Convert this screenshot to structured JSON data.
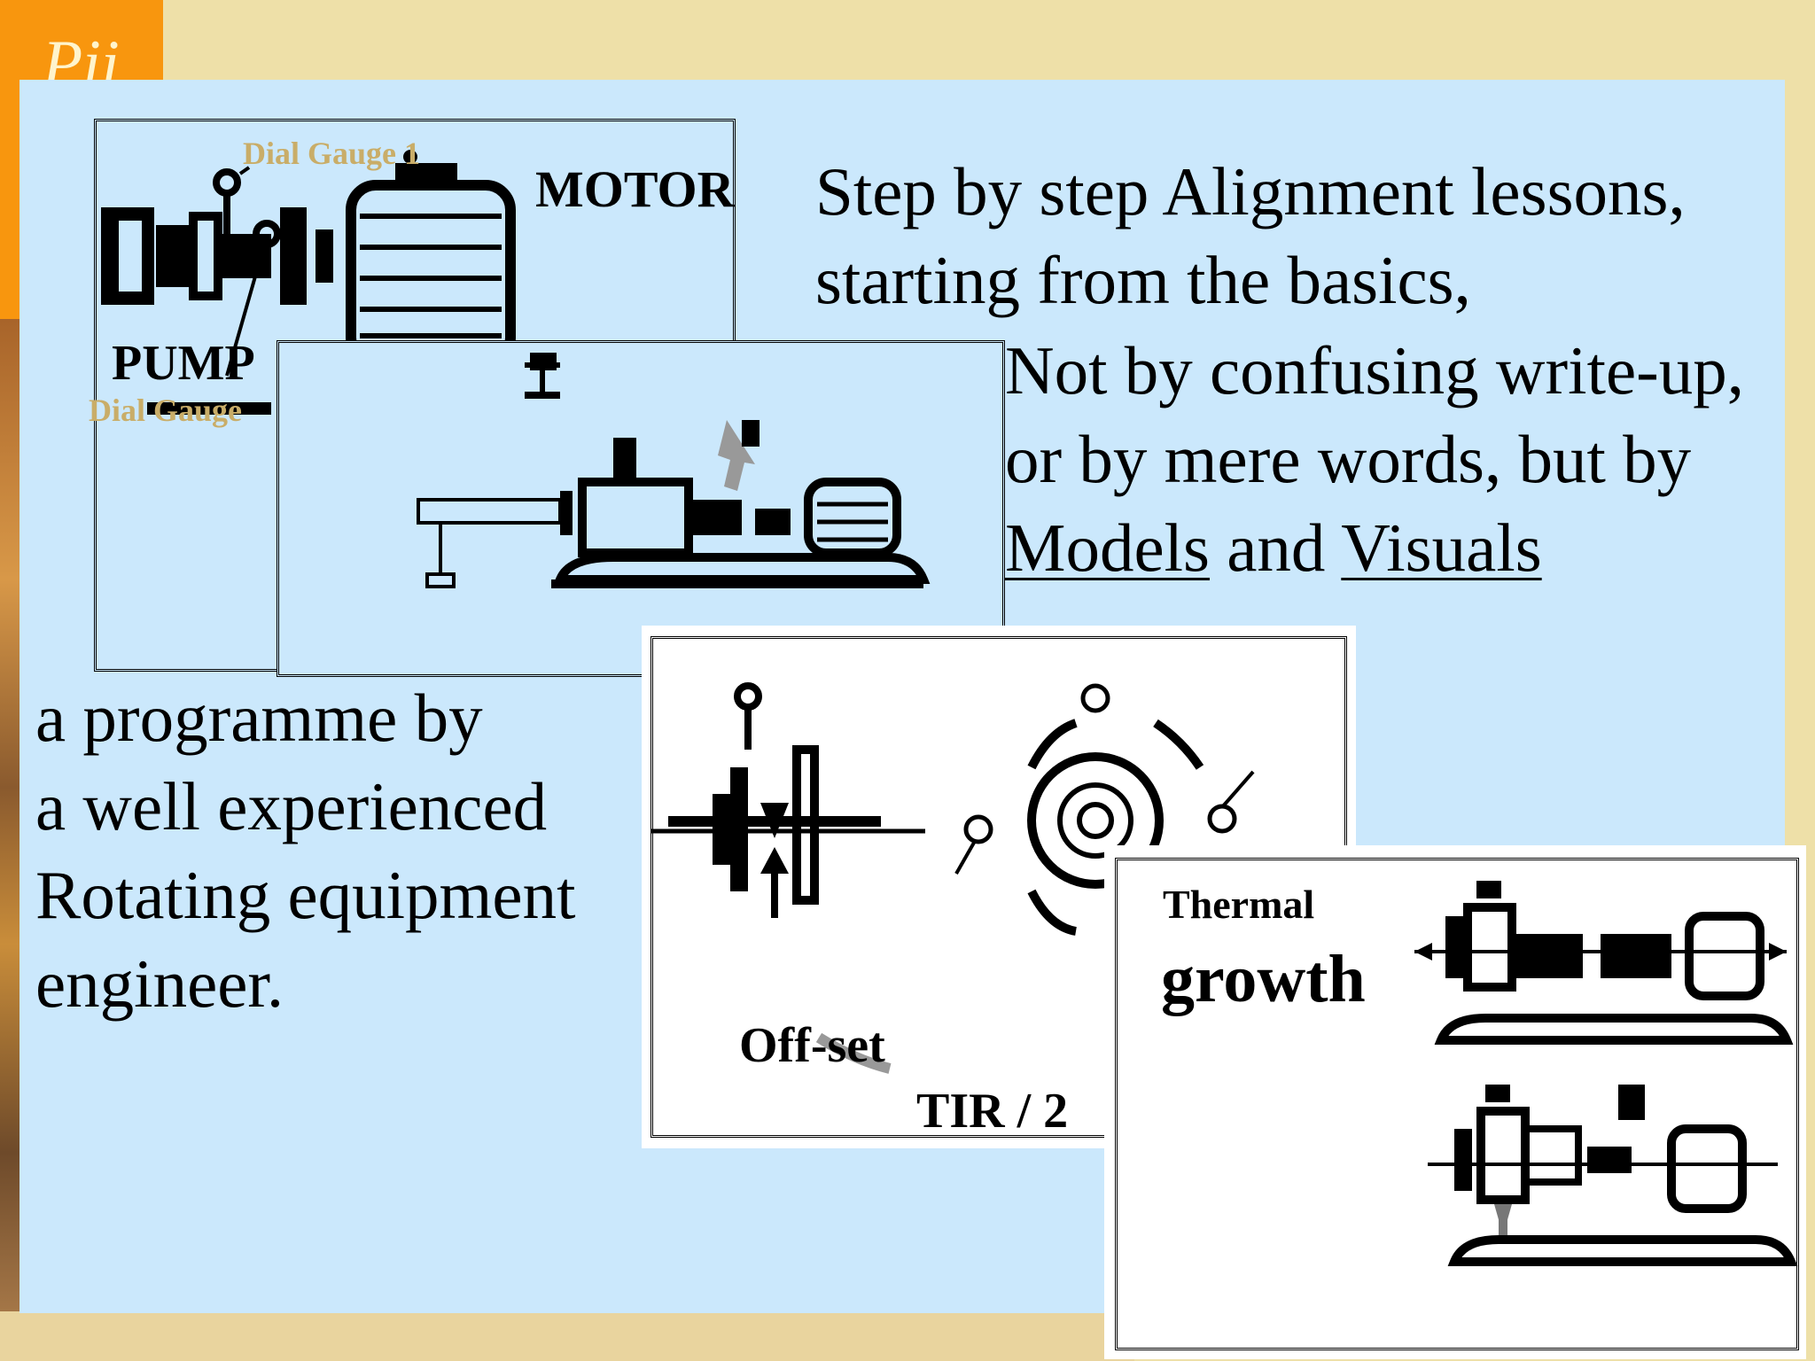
{
  "logo": {
    "text": "Pij"
  },
  "top_text": {
    "line1": "Step by step Alignment lessons,",
    "line2": "starting from the basics,",
    "line3": "Not by confusing write-up,",
    "line4": "or by mere words, but by",
    "models": "Models",
    "and": " and ",
    "visuals": "Visuals"
  },
  "left_text": {
    "line1": "a programme by",
    "line2": "a well experienced",
    "line3": "Rotating equipment",
    "line4": "engineer."
  },
  "pump_slide": {
    "dial_gauge_1": "Dial Gauge 1",
    "motor": "MOTOR",
    "pump": "PUMP",
    "dial_gauge_2": "Dial Gauge"
  },
  "offset_slide": {
    "offset": "Off-set",
    "tir": "TIR / 2"
  },
  "thermal_slide": {
    "thermal": "Thermal",
    "growth": "growth"
  },
  "colors": {
    "panel": "#cbe8fc",
    "background": "#eee0a8",
    "orange": "#f8960e",
    "label_tan": "#c9ad68"
  }
}
